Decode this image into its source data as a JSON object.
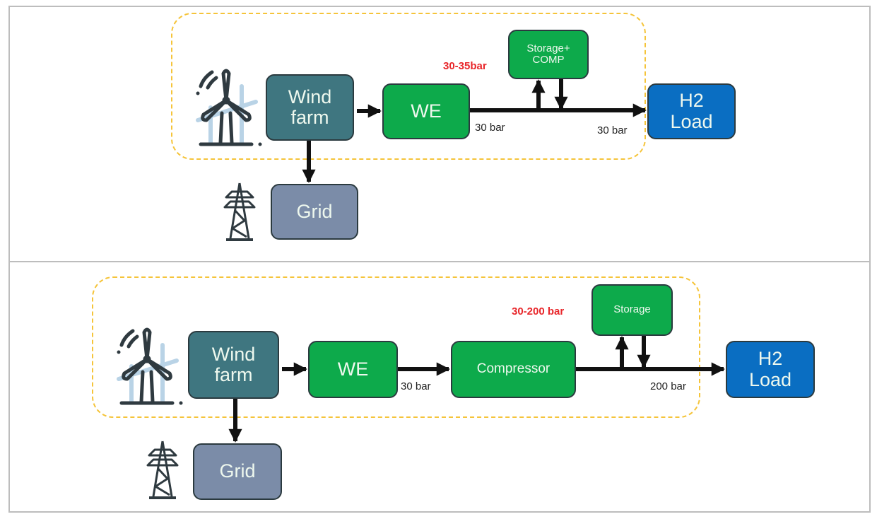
{
  "top_panel": {
    "wind_farm": "Wind\nfarm",
    "we": "WE",
    "storage": "Storage+\nCOMP",
    "h2_load": "H2\nLoad",
    "grid": "Grid",
    "pressure_range": "30-35bar",
    "label_after_we": "30 bar",
    "label_before_load": "30 bar"
  },
  "bottom_panel": {
    "wind_farm": "Wind\nfarm",
    "we": "WE",
    "compressor": "Compressor",
    "storage": "Storage",
    "h2_load": "H2\nLoad",
    "grid": "Grid",
    "pressure_range": "30-200 bar",
    "label_after_we": "30 bar",
    "label_before_load": "200 bar"
  },
  "colors": {
    "wind_farm": "#3f7680",
    "green_unit": "#0daa4b",
    "h2_load": "#0a6ec2",
    "grid": "#7b8ca8",
    "group_border": "#f5c43a",
    "pressure_label": "#e8262a"
  }
}
